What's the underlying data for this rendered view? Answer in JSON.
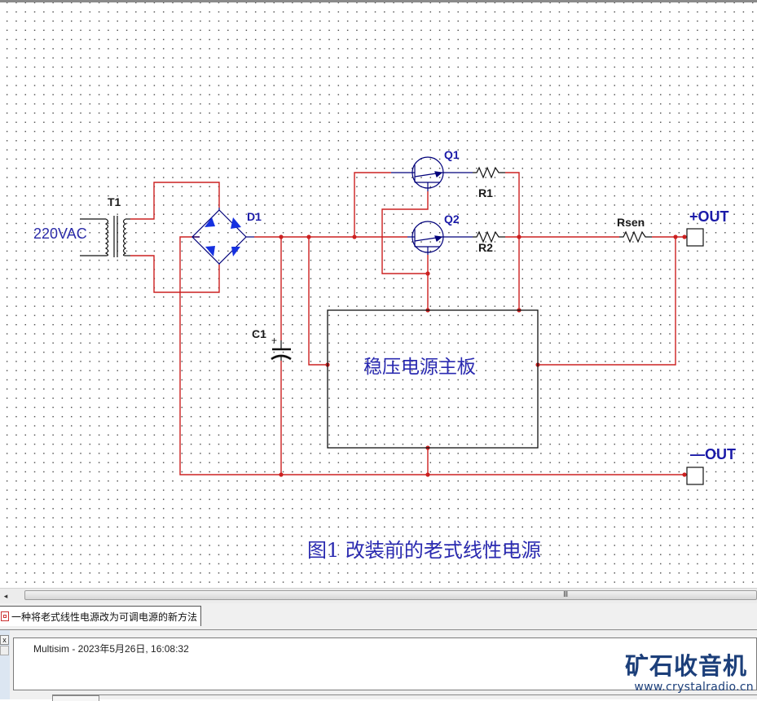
{
  "schematic": {
    "labels": {
      "t1": "T1",
      "source": "220VAC",
      "d1": "D1",
      "q1": "Q1",
      "q2": "Q2",
      "r1": "R1",
      "r2": "R2",
      "rsen": "Rsen",
      "c1": "C1",
      "c1_polarity": "+",
      "out_plus": "+OUT",
      "out_minus": "—OUT",
      "board": "稳压电源主板",
      "caption": "图1  改装前的老式线性电源"
    },
    "colors": {
      "wire": "#cc2020",
      "component": "#00007a",
      "label_blue": "#1a1aa8",
      "diode_fill": "#1530e0"
    }
  },
  "scrollbar": {
    "grip": "III",
    "left_arrow": "◂"
  },
  "tabbar": {
    "tab_label": "一种将老式线性电源改为可调电源的新方法"
  },
  "output": {
    "close_label": "x",
    "message": "Multisim  -  2023年5月26日, 16:08:32"
  },
  "watermark": {
    "name": "矿石收音机",
    "url": "www.crystalradio.cn"
  }
}
